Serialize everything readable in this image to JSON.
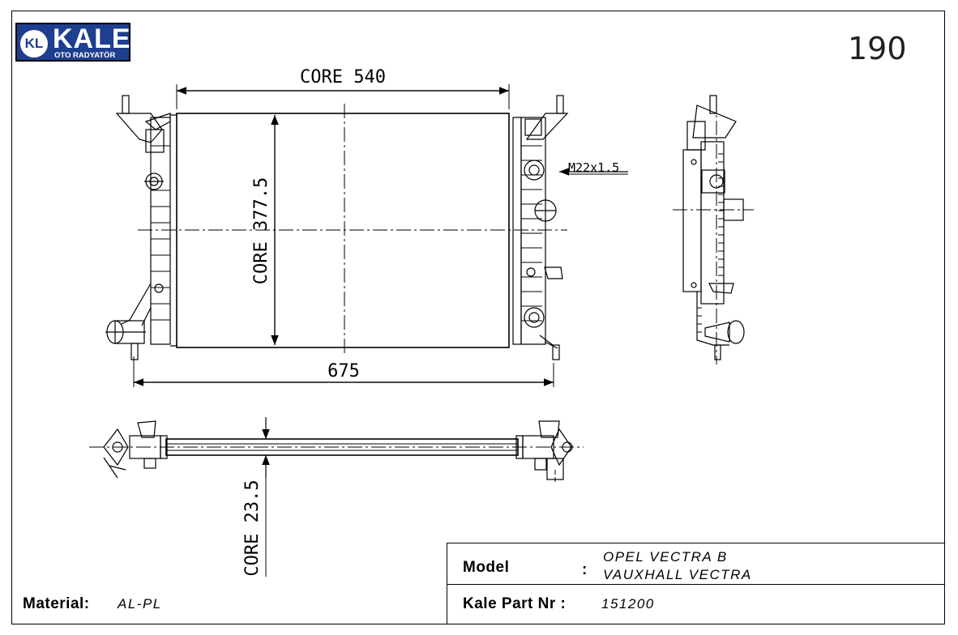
{
  "logo": {
    "mark": "KL",
    "name": "KALE",
    "subtitle": "OTO RADYATÖR"
  },
  "page_number": "190",
  "dimensions": {
    "core_width": "CORE 540",
    "core_height": "CORE 377.5",
    "overall_width": "675",
    "core_depth": "CORE 23.5",
    "thread": "M22x1.5"
  },
  "info": {
    "model_label": "Model",
    "model_colon": ":",
    "model_line1": "OPEL VECTRA B",
    "model_line2": "VAUXHALL VECTRA",
    "part_label": "Kale Part Nr :",
    "part_value": "151200",
    "material_label": "Material:",
    "material_value": "AL-PL"
  }
}
